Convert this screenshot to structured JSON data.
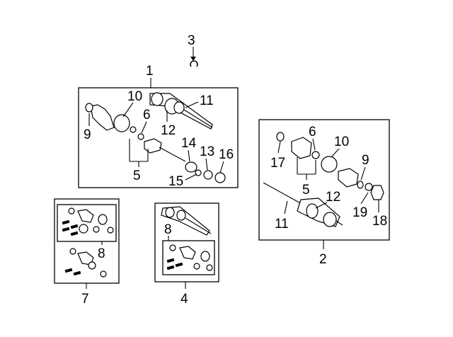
{
  "diagram": {
    "assemblies": [
      {
        "id": "1",
        "label": "1"
      },
      {
        "id": "2",
        "label": "2"
      },
      {
        "id": "7",
        "label": "7"
      },
      {
        "id": "4",
        "label": "4"
      }
    ],
    "callouts": {
      "c3": "3",
      "c1": "1",
      "c10a": "10",
      "c11a": "11",
      "c9a": "9",
      "c6a": "6",
      "c12a": "12",
      "c14": "14",
      "c13": "13",
      "c16": "16",
      "c5a": "5",
      "c15": "15",
      "c6b": "6",
      "c17": "17",
      "c10b": "10",
      "c9b": "9",
      "c5b": "5",
      "c12b": "12",
      "c11b": "11",
      "c19": "19",
      "c18": "18",
      "c2": "2",
      "c8a": "8",
      "c7": "7",
      "c8b": "8",
      "c4": "4"
    }
  }
}
